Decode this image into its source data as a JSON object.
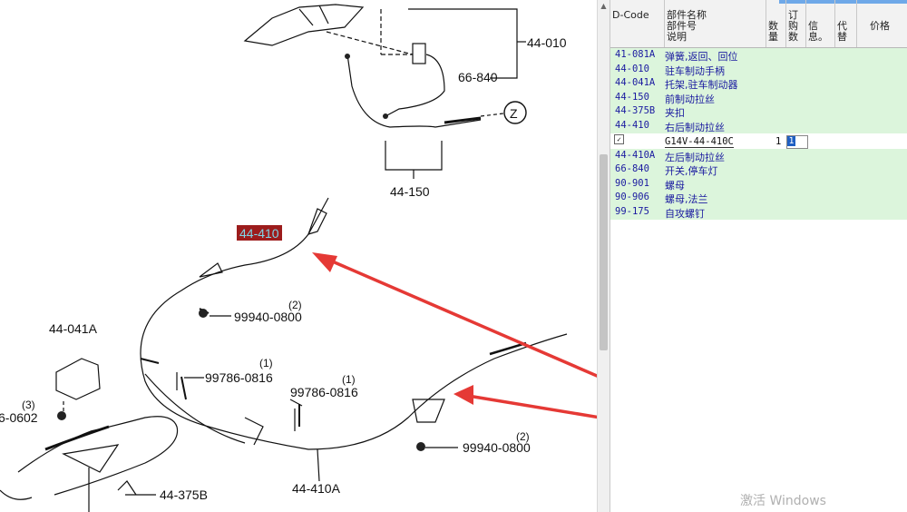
{
  "diagram": {
    "labels": {
      "p44_010": "44-010",
      "p66_840": "66-840",
      "z": "Z",
      "p44_150": "44-150",
      "p44_410_highlight": "44-410",
      "p99940_top": "99940-0800",
      "p99940_top_qty": "(2)",
      "p44_041a": "44-041A",
      "p99786_a": "99786-0816",
      "p99786_a_qty": "(1)",
      "p99786_b": "99786-0816",
      "p99786_b_qty": "(1)",
      "p0602": "6-0602",
      "p0602_qty": "(3)",
      "p99940_bottom": "99940-0800",
      "p99940_bottom_qty": "(2)",
      "p44_375b": "44-375B",
      "p44_410a": "44-410A"
    },
    "colors": {
      "arrow": "#e53935",
      "highlight_bg": "#9c1c1c",
      "highlight_text": "#7fd6e8"
    }
  },
  "table": {
    "headers": {
      "dcode": "D-Code",
      "name_l1": "部件名称",
      "name_l2": "部件号",
      "name_l3": "说明",
      "qty_l1": "数",
      "qty_l2": "量",
      "order_l1": "订",
      "order_l2": "购",
      "order_l3": "数",
      "info_l1": "信",
      "info_l2": "息。",
      "sub_l1": "代",
      "sub_l2": "替",
      "price": "价格"
    },
    "rows_before": [
      {
        "code": "41-081A",
        "name": "弹簧,返回、回位"
      },
      {
        "code": "44-010",
        "name": "驻车制动手柄"
      },
      {
        "code": "44-041A",
        "name": "托架,驻车制动器"
      },
      {
        "code": "44-150",
        "name": "前制动拉丝"
      },
      {
        "code": "44-375B",
        "name": "夹扣"
      },
      {
        "code": "44-410",
        "name": "右后制动拉丝"
      }
    ],
    "selected": {
      "check": "✓",
      "part_number": "G14V-44-410C",
      "qty": "1",
      "order": "1"
    },
    "rows_after": [
      {
        "code": "44-410A",
        "name": "左后制动拉丝"
      },
      {
        "code": "66-840",
        "name": "开关,停车灯"
      },
      {
        "code": "90-901",
        "name": "螺母"
      },
      {
        "code": "90-906",
        "name": "螺母,法兰"
      },
      {
        "code": "99-175",
        "name": "自攻螺钉"
      }
    ]
  },
  "watermark": "激活 Windows"
}
